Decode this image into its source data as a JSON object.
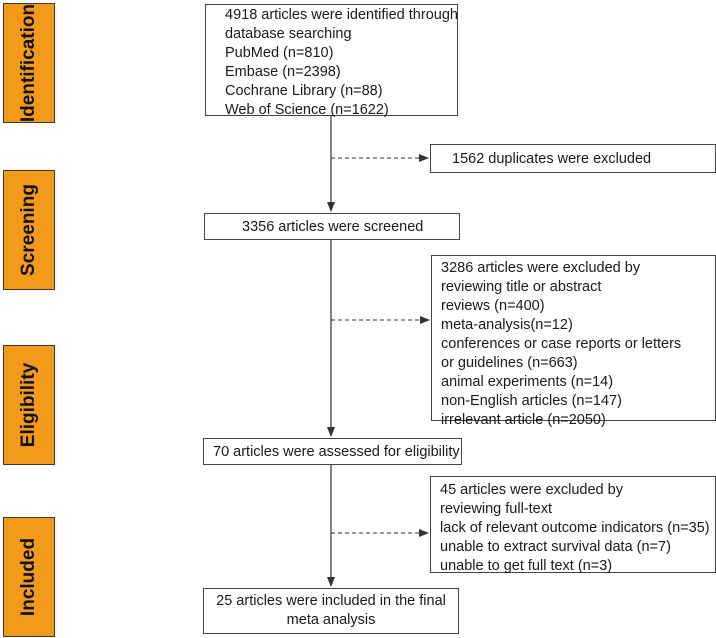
{
  "phases": {
    "identification": "Identification",
    "screening": "Screening",
    "eligibility": "Eligibility",
    "included": "Included"
  },
  "boxes": {
    "identification": [
      "4918 articles were identified through",
      "database searching",
      "PubMed (n=810)",
      "Embase (n=2398)",
      "Cochrane Library (n=88)",
      "Web of Science (n=1622)"
    ],
    "duplicates": "1562 duplicates were excluded",
    "screened": "3356 articles were screened",
    "excluded_title_abstract": [
      "3286 articles were excluded by",
      "reviewing title or abstract",
      "reviews (n=400)",
      "meta-analysis(n=12)",
      "conferences or case reports or letters",
      "or guidelines (n=663)",
      "animal experiments (n=14)",
      "non-English articles (n=147)",
      "irrelevant article (n=2050)"
    ],
    "eligibility": "70 articles were assessed for eligibility",
    "excluded_full_text": [
      "45 articles were excluded by",
      "reviewing full-text",
      "lack of relevant outcome indicators (n=35)",
      "unable to extract survival data (n=7)",
      "unable to get full text (n=3)"
    ],
    "included": [
      "25 articles were included in the final",
      "meta analysis"
    ]
  }
}
